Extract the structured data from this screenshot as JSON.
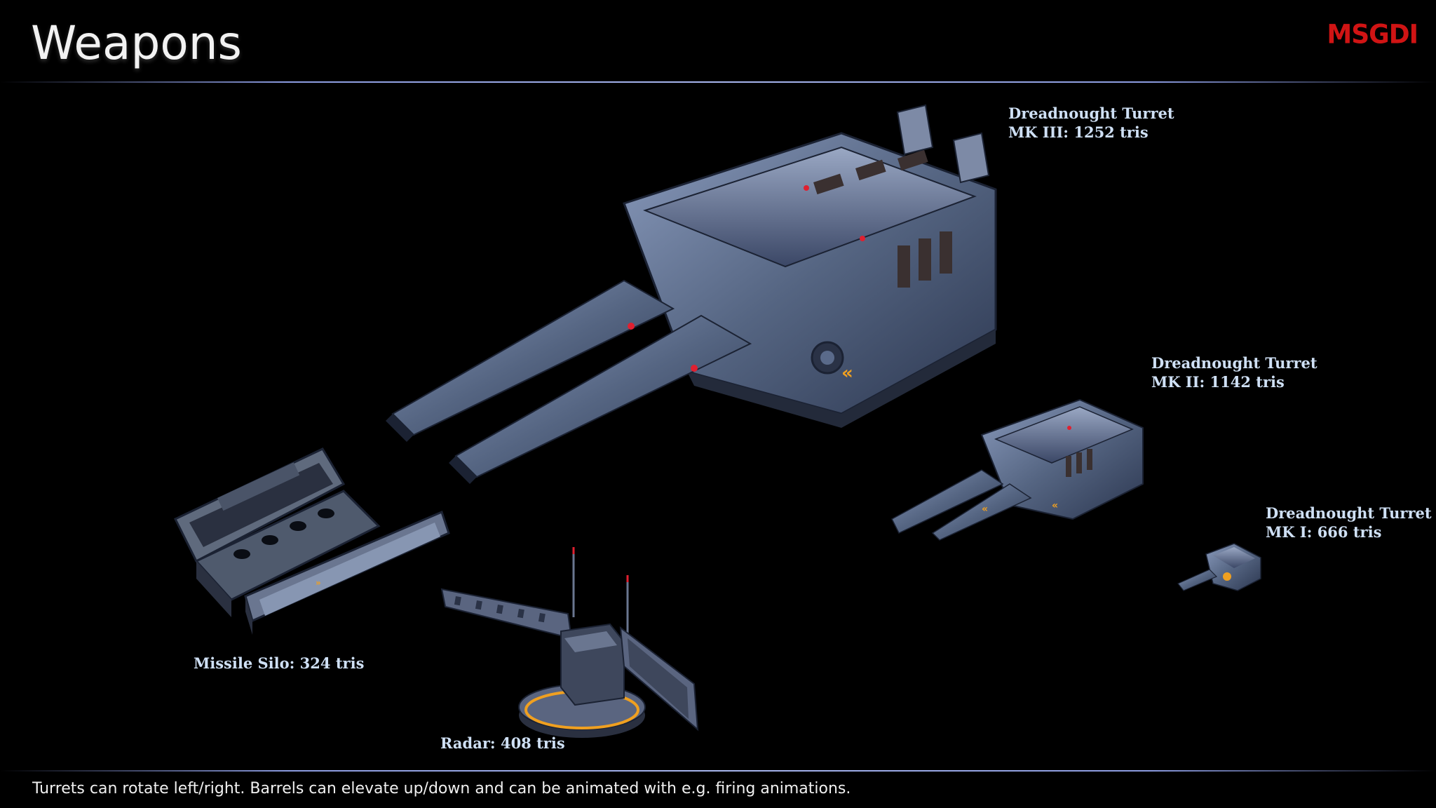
{
  "header": {
    "title": "Weapons",
    "logo_text": "MSGDI"
  },
  "models": [
    {
      "name": "Dreadnought Turret",
      "detail": "MK III: 1252 tris",
      "icon": "turret-large-icon"
    },
    {
      "name": "Dreadnought Turret",
      "detail": "MK II: 1142 tris",
      "icon": "turret-medium-icon"
    },
    {
      "name": "Dreadnought Turret",
      "detail": "MK I: 666 tris",
      "icon": "turret-small-icon"
    },
    {
      "name": "Missile Silo: 324 tris",
      "icon": "missile-silo-icon"
    },
    {
      "name": "Radar: 408 tris",
      "icon": "radar-icon"
    }
  ],
  "footer": {
    "text": "Turrets can rotate left/right. Barrels can elevate up/down and can be animated with e.g. firing animations."
  },
  "colors": {
    "background": "#000000",
    "accent_rule": "#a8b6ee",
    "label": "#cfe0f5",
    "logo": "#d01414",
    "hull": "#5a6a8a",
    "warning": "#f0a020",
    "indicator": "#e02030"
  }
}
